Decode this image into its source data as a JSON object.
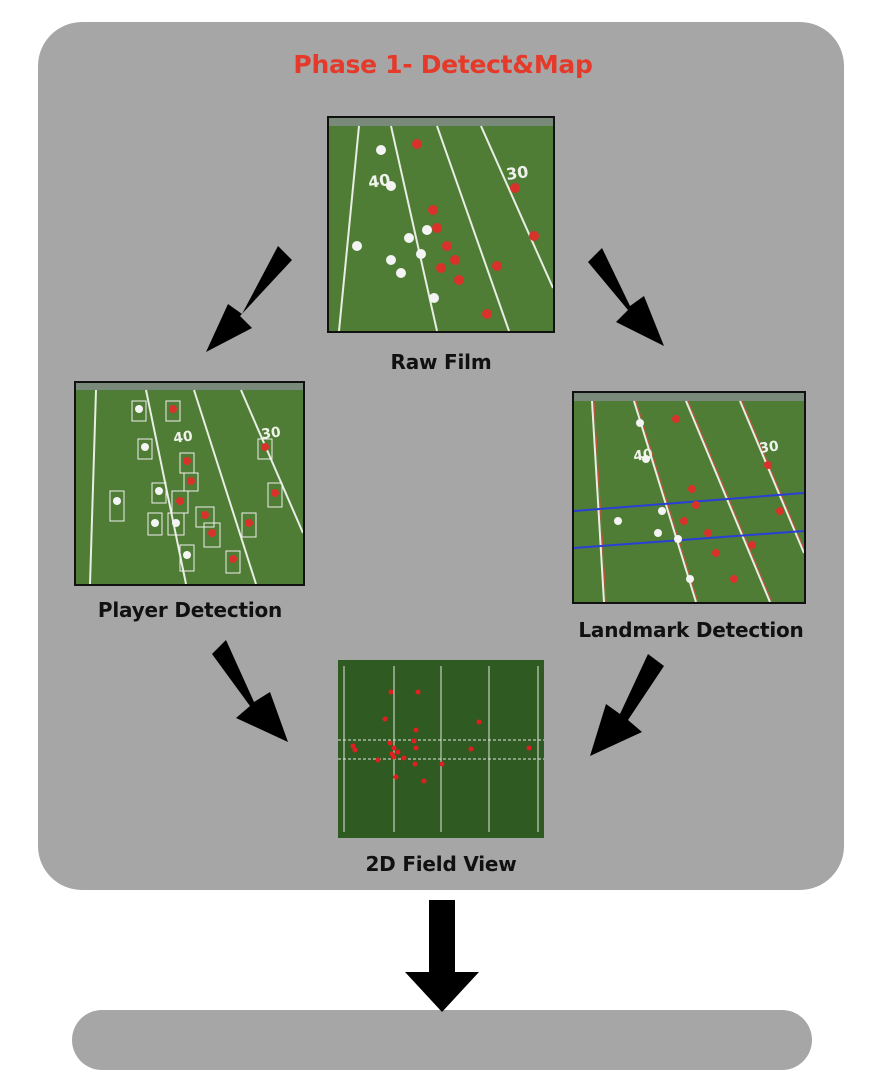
{
  "title": "Phase 1- Detect&Map",
  "captions": {
    "raw_film": "Raw Film",
    "player_detection": "Player Detection",
    "landmark_detection": "Landmark Detection",
    "field_view": "2D Field View"
  },
  "field_markings": {
    "left_number": "40",
    "right_number": "30"
  },
  "colors": {
    "accent": "#e53a2a",
    "panel": "#a6a6a6",
    "turf": "#4d7a33",
    "field_view": "#2f5a22",
    "player_dot": "#e02020",
    "landmark_line": "#2a3fd6"
  }
}
